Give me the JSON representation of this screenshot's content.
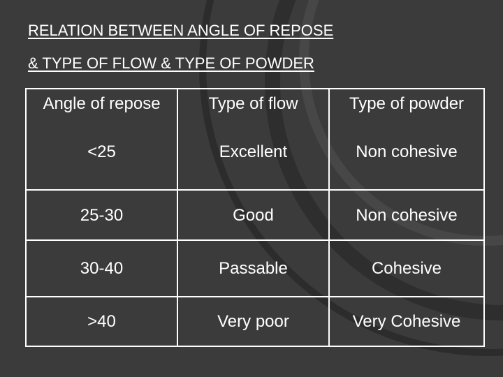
{
  "title": {
    "line1": "RELATION BETWEEN ANGLE OF REPOSE",
    "line2": "& TYPE OF FLOW & TYPE OF POWDER"
  },
  "table": {
    "headers": [
      "Angle of repose",
      "Type of flow",
      "Type of powder"
    ],
    "rows": [
      [
        "<25",
        "Excellent",
        "Non cohesive"
      ],
      [
        "25-30",
        "Good",
        "Non cohesive"
      ],
      [
        "30-40",
        "Passable",
        "Cohesive"
      ],
      [
        ">40",
        "Very poor",
        "Very Cohesive"
      ]
    ]
  }
}
